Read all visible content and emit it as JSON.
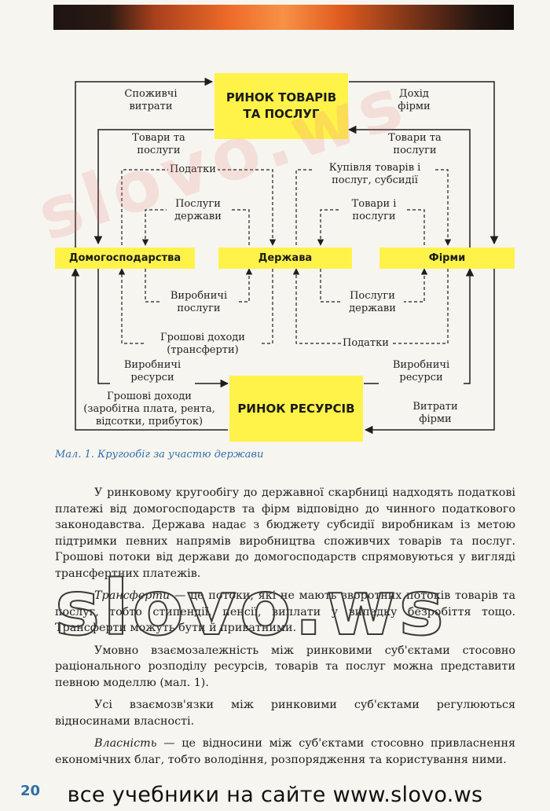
{
  "diagram": {
    "boxes": {
      "goods_market": "РИНОК ТОВАРІВ ТА ПОСЛУГ",
      "resources_market": "РИНОК РЕСУРСІВ",
      "households": "Домогосподарства",
      "state": "Держава",
      "firms": "Фірми"
    },
    "labels": {
      "consumer_spending": "Споживчі витрати",
      "firm_income": "Дохід фірми",
      "goods_services_left": "Товари та послуги",
      "goods_services_right": "Товари та послуги",
      "taxes_top": "Податки",
      "purchase_subsidies": "Купівля товарів і послуг, субсидії",
      "state_services_top": "Послуги держави",
      "goods_services_inner": "Товари і послуги",
      "production_services": "Виробничі послуги",
      "state_services_bottom": "Послуги держави",
      "money_income_transfers": "Грошові доходи (трансферти)",
      "taxes_bottom": "Податки",
      "production_resources_left": "Виробничі ресурси",
      "production_resources_right": "Виробничі ресурси",
      "money_income_wages": "Грошові доходи (заробітна плата, рента, відсотки, прибуток)",
      "firm_expenses": "Витрати фірми"
    }
  },
  "caption": "Мал. 1. Кругообіг за участю держави",
  "paragraphs": [
    "У ринковому кругообігу до державної скарбниці надходять податкові платежі від домогосподарств та фірм відповідно до чинного податкового законодавства. Держава надає з бюджету субсидії виробникам із метою підтримки певних напрямів виробництва споживчих товарів та послуг. Грошові потоки від держави до домогосподарств спрямовуються у вигляді трансфертних платежів.",
    "— це потоки, які не мають зворотних потоків товарів та послуг, тобто стипендії, пенсії, виплати у випадку безробіття тощо. Трансферти можуть бути й приватними.",
    "Умовно взаємозалежність між ринковими суб'єктами стосовно раціонального розподілу ресурсів, товарів та послуг можна представити певною моделлю (мал. 1).",
    "Усі взаємозв'язки між ринковими суб'єктами регулюються відносинами власності.",
    "— це відносини між суб'єктами стосовно привласнення економічних благ, тобто володіння, розпорядження та користування ними."
  ],
  "terms": {
    "transfers": "Трансферти",
    "property": "Власність"
  },
  "page_number": "20",
  "footer": "все учебники на сайте www.slovo.ws",
  "watermark": "slovo.ws"
}
